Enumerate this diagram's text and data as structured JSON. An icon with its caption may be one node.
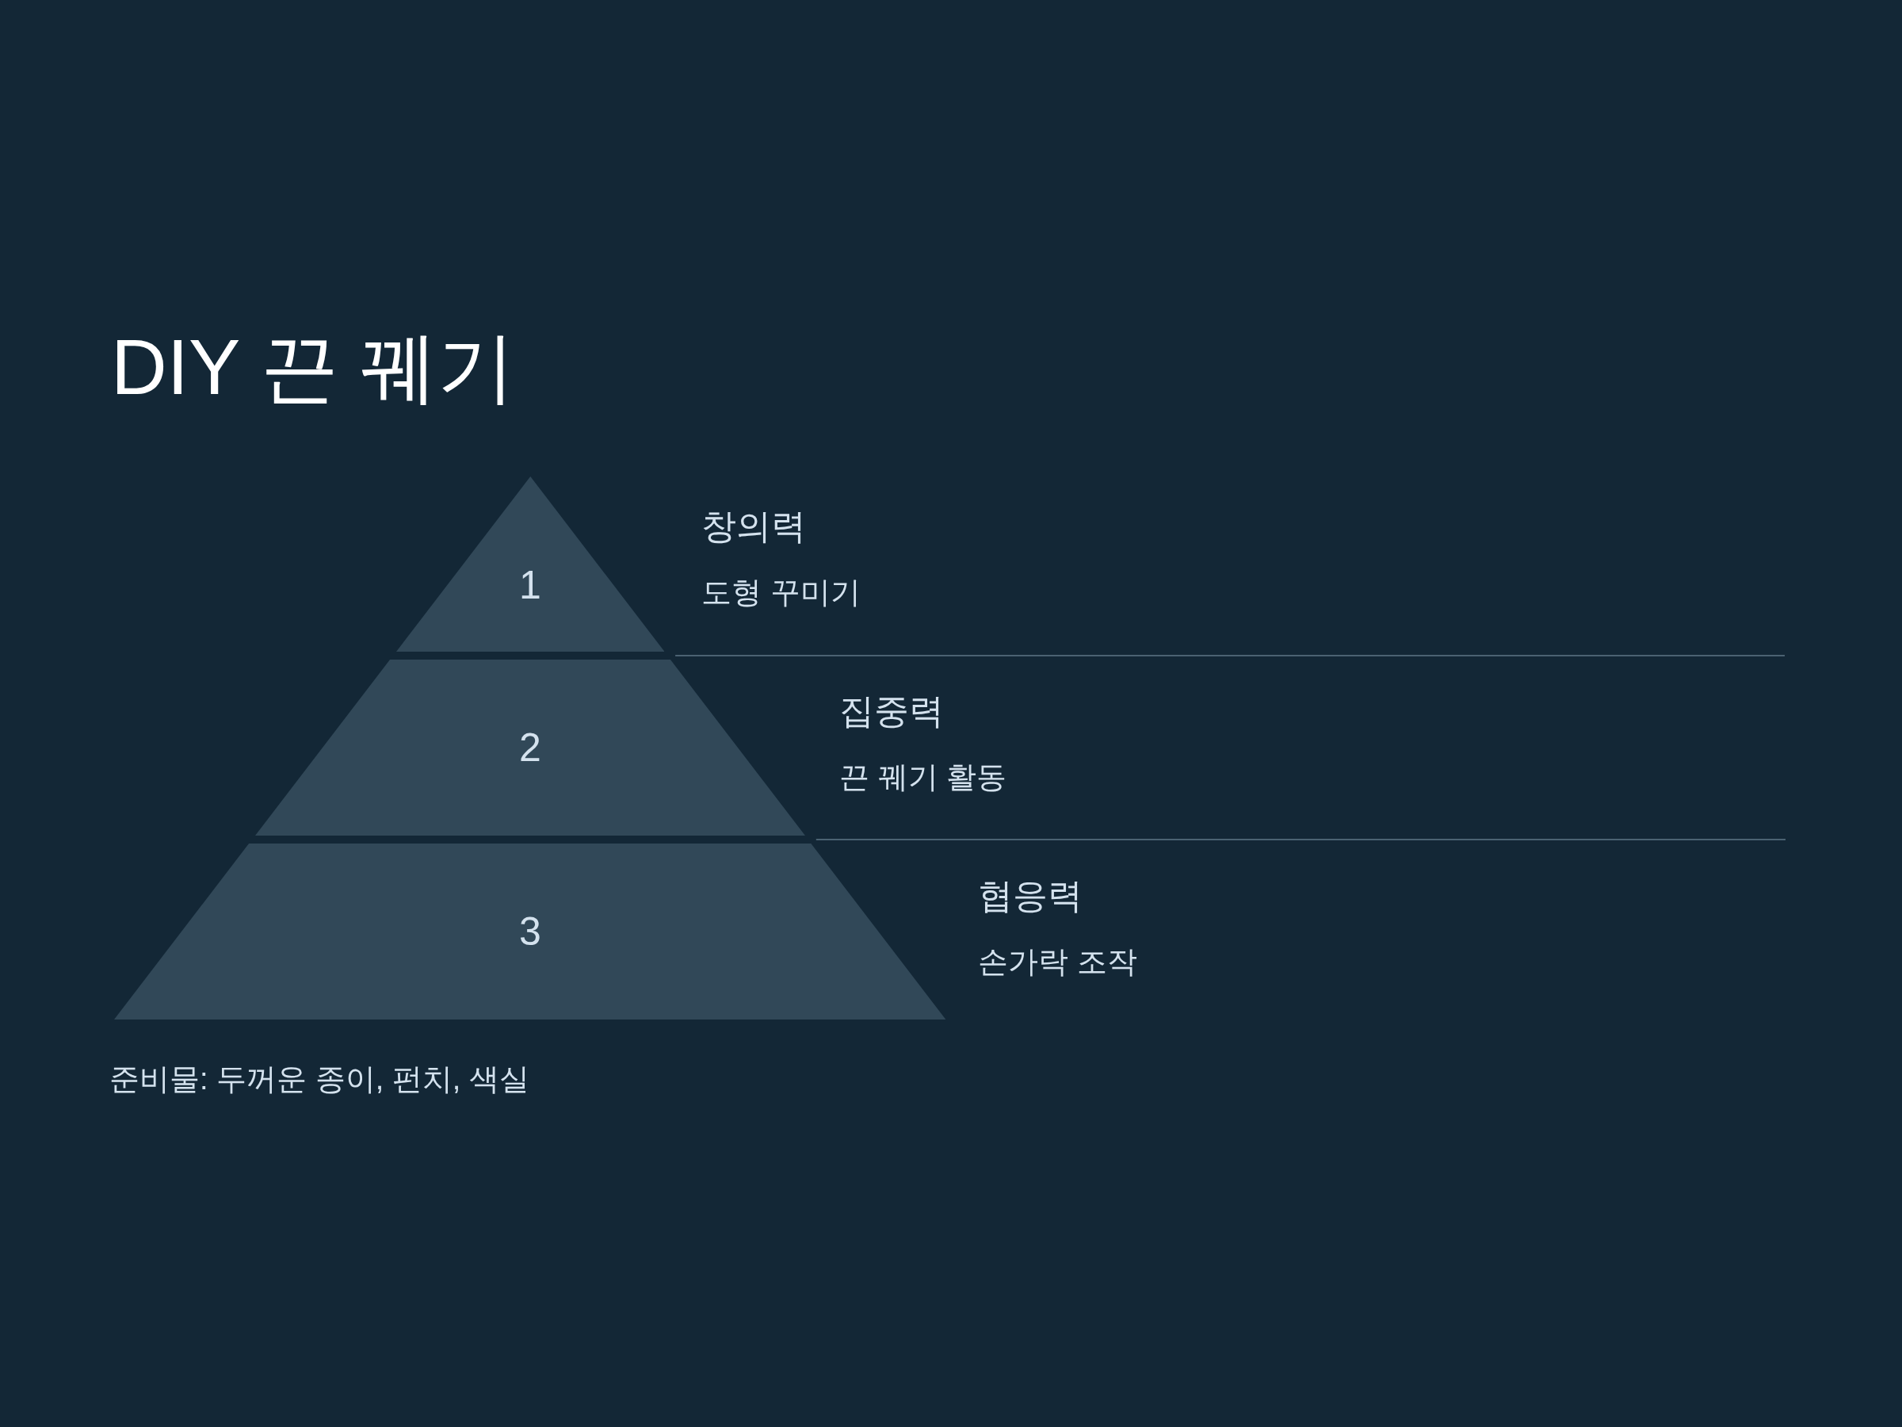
{
  "diagram": {
    "title": "DIY 끈 꿰기",
    "nodes": [
      {
        "text": [
          "1"
        ],
        "beside": [
          "창의력",
          "도형 꾸미기"
        ]
      },
      {
        "text": [
          "2"
        ],
        "beside": [
          "집중력",
          "끈 꿰기 활동"
        ]
      },
      {
        "text": [
          "3"
        ],
        "beside": [
          "협응력",
          "손가락 조작"
        ]
      }
    ],
    "labels": [
      "준비물: 두꺼운 종이, 펀치, 색실"
    ]
  }
}
